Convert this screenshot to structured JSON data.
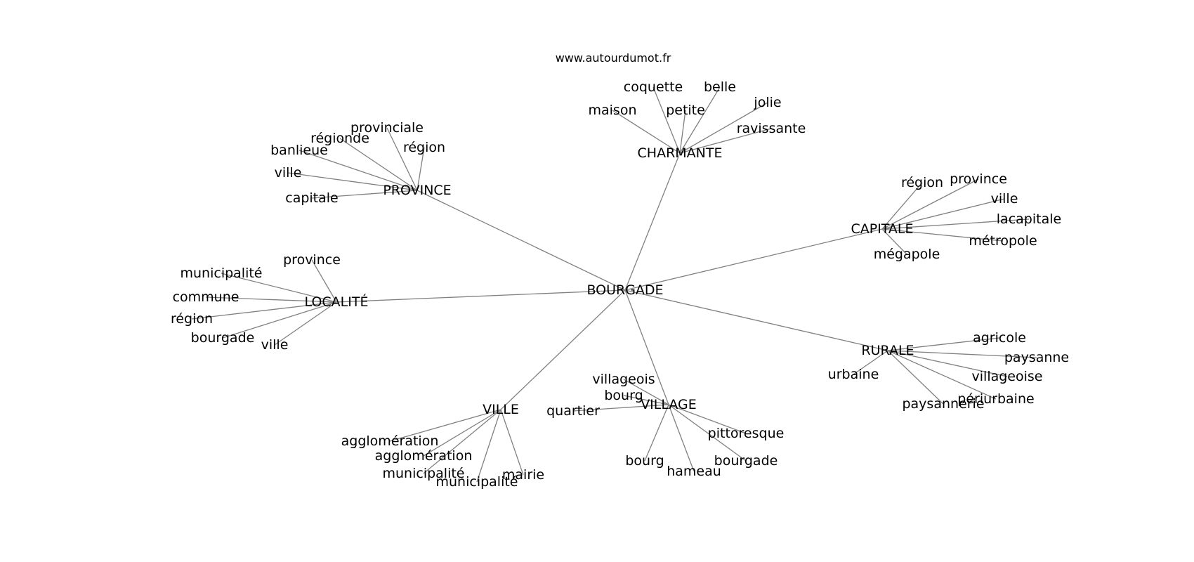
{
  "source": "www.autourdumot.fr",
  "center": "BOURGADE",
  "groups": [
    {
      "id": "charmante",
      "label": "CHARMANTE",
      "leaves": [
        "maison",
        "coquette",
        "petite",
        "belle",
        "jolie",
        "ravissante"
      ]
    },
    {
      "id": "province",
      "label": "PROVINCE",
      "leaves": [
        "banlieue",
        "régionde",
        "provinciale",
        "région",
        "ville",
        "capitale"
      ]
    },
    {
      "id": "capitale",
      "label": "CAPITALE",
      "leaves": [
        "région",
        "province",
        "ville",
        "lacapitale",
        "métropole",
        "mégapole"
      ]
    },
    {
      "id": "localite",
      "label": "LOCALITÉ",
      "leaves": [
        "province",
        "municipalité",
        "commune",
        "région",
        "bourgade",
        "ville"
      ]
    },
    {
      "id": "rurale",
      "label": "RURALE",
      "leaves": [
        "agricole",
        "paysanne",
        "villageoise",
        "périurbaine",
        "paysannerie",
        "urbaine"
      ]
    },
    {
      "id": "village",
      "label": "VILLAGE",
      "leaves": [
        "villageois",
        "bourg",
        "quartier",
        "pittoresque",
        "bourgade",
        "hameau",
        "bourg"
      ]
    },
    {
      "id": "ville",
      "label": "VILLE",
      "leaves": [
        "agglomération",
        "agglomération",
        "municipalité",
        "municipalité",
        "mairie"
      ]
    }
  ]
}
